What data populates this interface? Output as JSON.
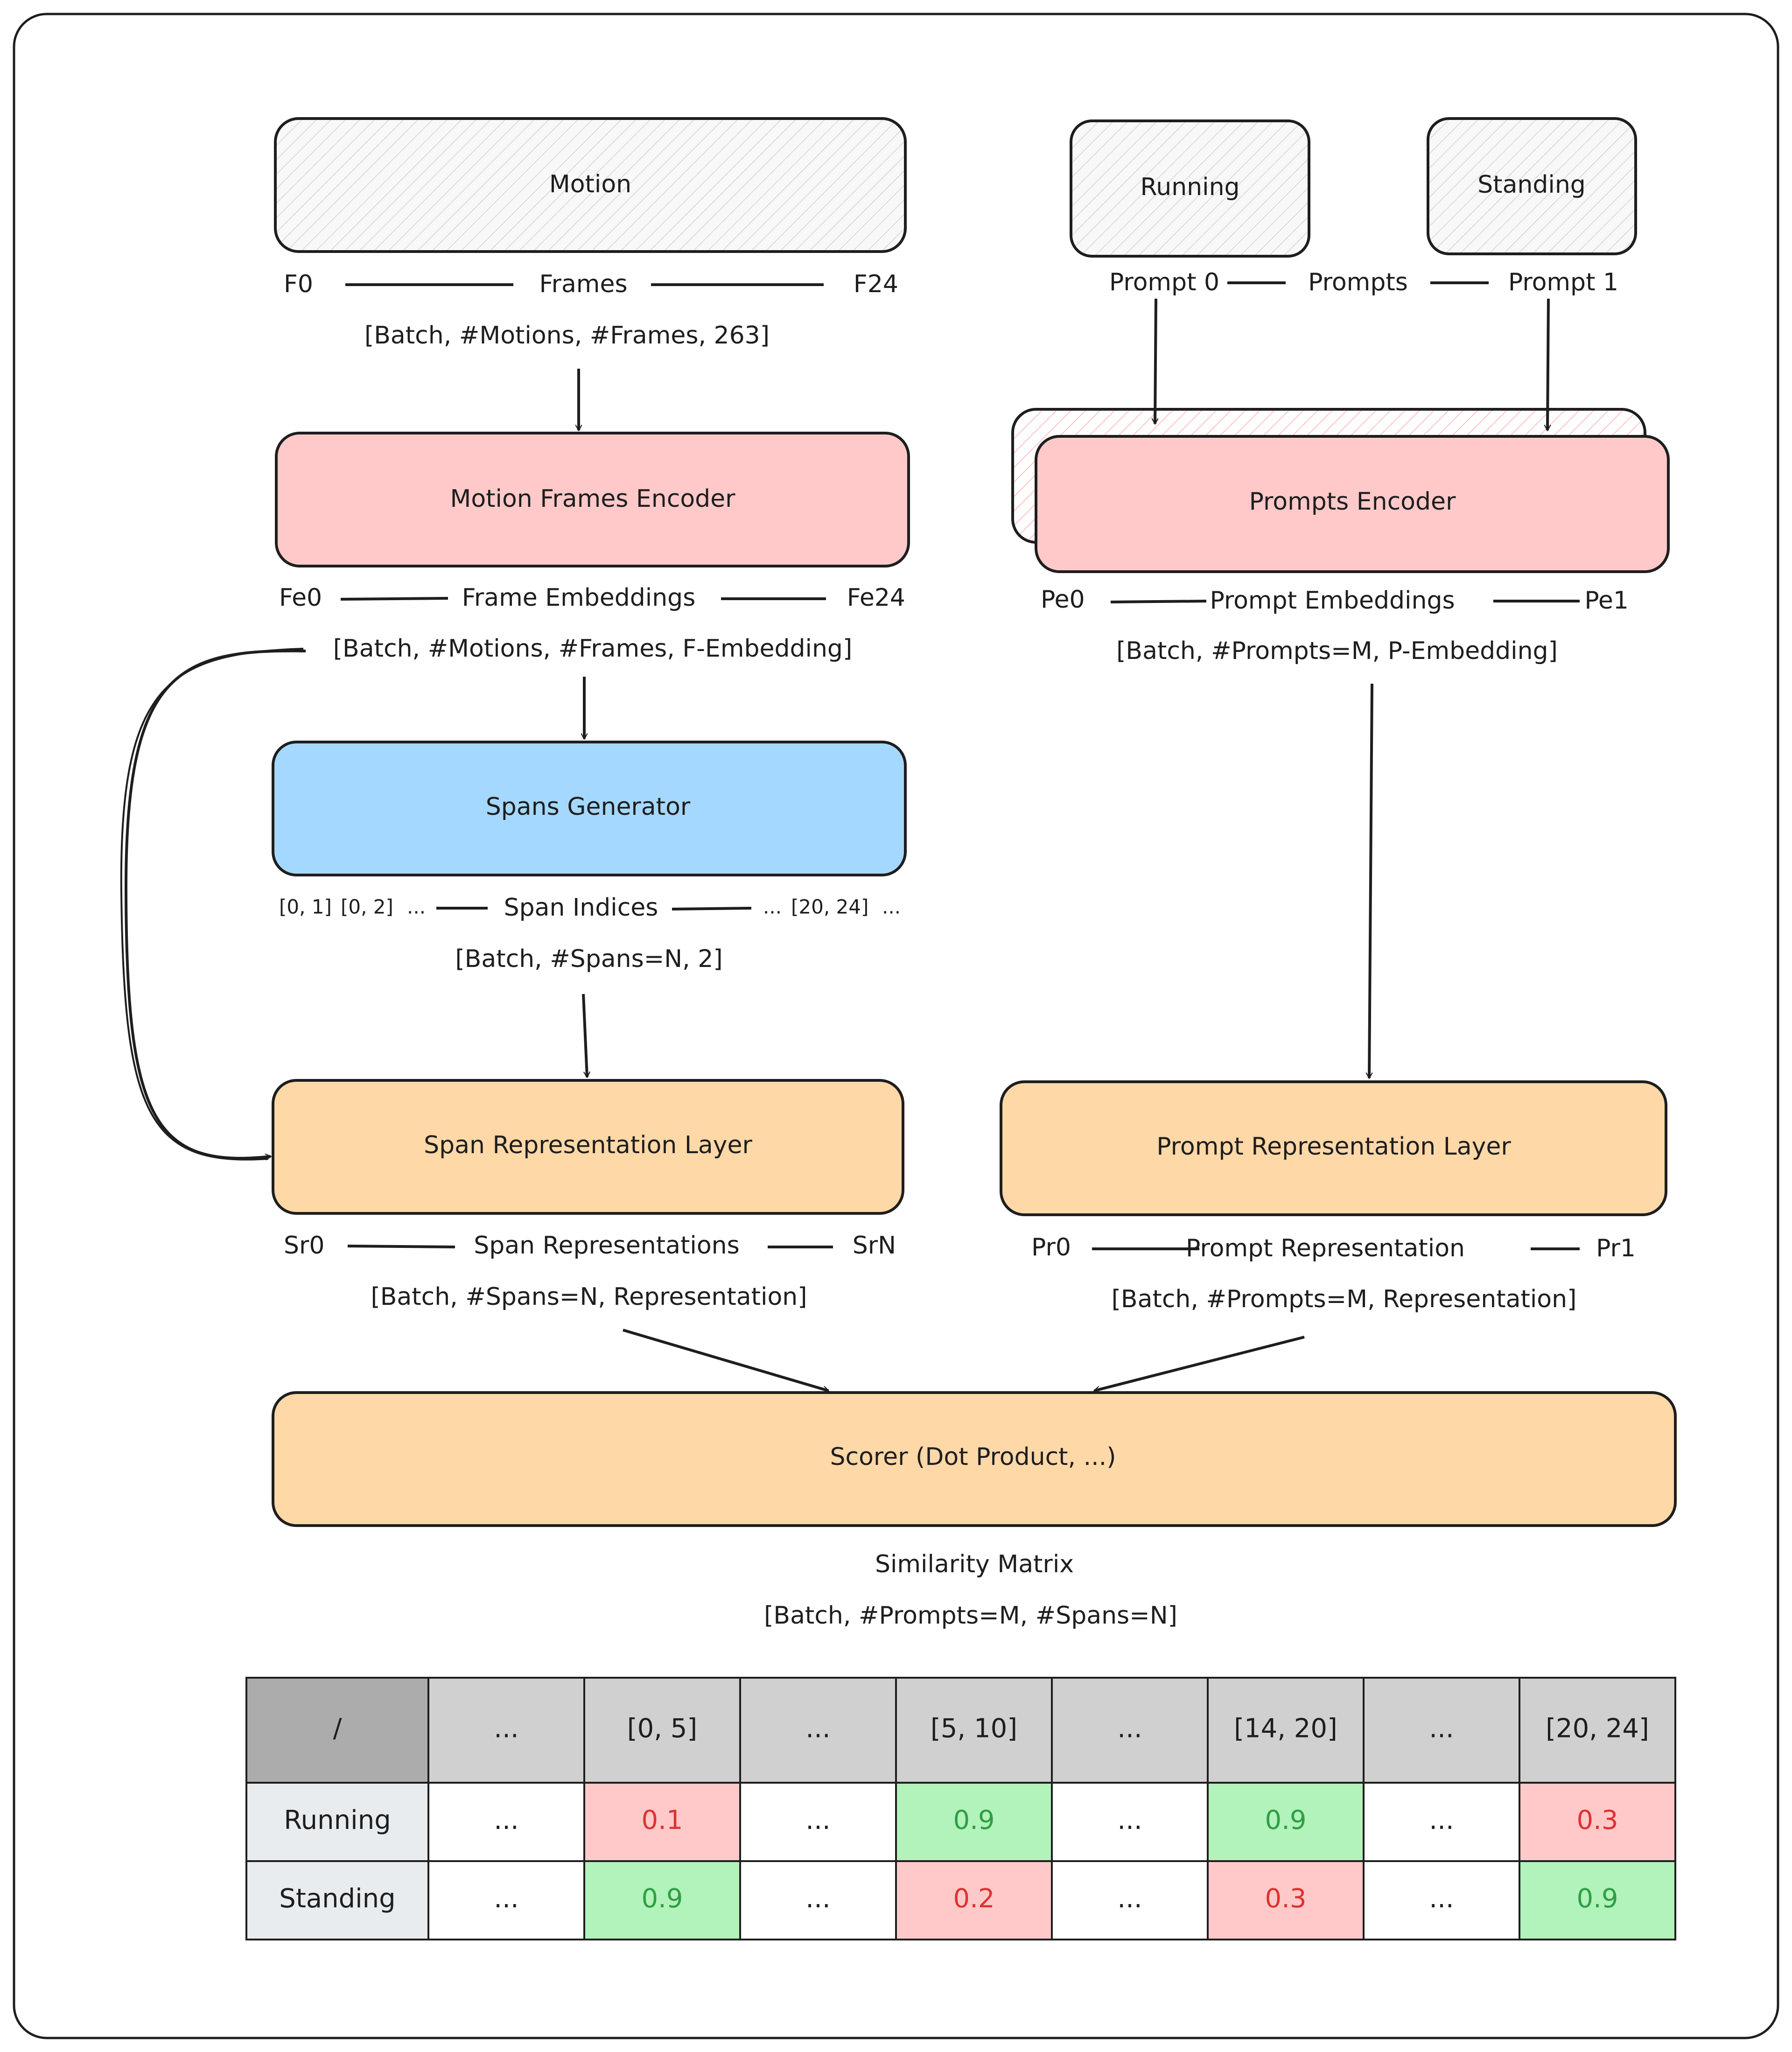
{
  "inputs": {
    "motion": {
      "title": "Motion",
      "first": "F0",
      "middle": "Frames",
      "last": "F24",
      "shape": "[Batch, #Motions, #Frames, 263]"
    },
    "prompts": {
      "box_a": "Running",
      "box_b": "Standing",
      "first": "Prompt 0",
      "middle": "Prompts",
      "last": "Prompt 1"
    }
  },
  "motion_encoder": {
    "title": "Motion Frames Encoder",
    "first": "Fe0",
    "middle": "Frame Embeddings",
    "last": "Fe24",
    "shape": "[Batch, #Motions, #Frames, F-Embedding]"
  },
  "prompts_encoder": {
    "title": "Prompts Encoder",
    "first": "Pe0",
    "middle": "Prompt Embeddings",
    "last": "Pe1",
    "shape": "[Batch, #Prompts=M, P-Embedding]"
  },
  "spans_generator": {
    "title": "Spans Generator",
    "left_a": "[0, 1]",
    "left_b": "[0, 2]",
    "left_ellipsis": "...",
    "middle": "Span Indices",
    "right_ellipsis": "...",
    "right_a": "[20, 24]",
    "right_trailing": "...",
    "shape": "[Batch, #Spans=N, 2]"
  },
  "span_layer": {
    "title": "Span Representation Layer",
    "first": "Sr0",
    "middle": "Span Representations",
    "last": "SrN",
    "shape": "[Batch, #Spans=N, Representation]"
  },
  "prompt_layer": {
    "title": "Prompt Representation Layer",
    "first": "Pr0",
    "middle": "Prompt Representation",
    "last": "Pr1",
    "shape": "[Batch, #Prompts=M, Representation]"
  },
  "scorer": {
    "title": "Scorer (Dot Product, ...)",
    "output_name": "Similarity Matrix",
    "output_shape": "[Batch, #Prompts=M, #Spans=N]"
  },
  "similarity_table": {
    "corner": "/",
    "columns": [
      "...",
      "[0, 5]",
      "...",
      "[5, 10]",
      "...",
      "[14, 20]",
      "...",
      "[20, 24]"
    ],
    "rows": [
      {
        "label": "Running",
        "cells": [
          "...",
          "0.1",
          "...",
          "0.9",
          "...",
          "0.9",
          "...",
          "0.3"
        ],
        "tones": [
          "none",
          "low",
          "none",
          "high",
          "none",
          "high",
          "none",
          "low"
        ]
      },
      {
        "label": "Standing",
        "cells": [
          "...",
          "0.9",
          "...",
          "0.2",
          "...",
          "0.3",
          "...",
          "0.9"
        ],
        "tones": [
          "none",
          "high",
          "none",
          "low",
          "none",
          "low",
          "none",
          "high"
        ]
      }
    ]
  },
  "colors": {
    "encoder_fill": "#ffc9c9",
    "generator_fill": "#a5d8ff",
    "layer_fill": "#ffd8a8",
    "header_fill": "#d0d0d0",
    "corner_fill": "#acacac",
    "rowlabel_fill": "#e9ecef",
    "high_fill": "#b2f2bb",
    "high_text": "#2f9e44",
    "low_fill": "#ffc9c9",
    "low_text": "#e03131",
    "stroke": "#1e1e1e"
  }
}
